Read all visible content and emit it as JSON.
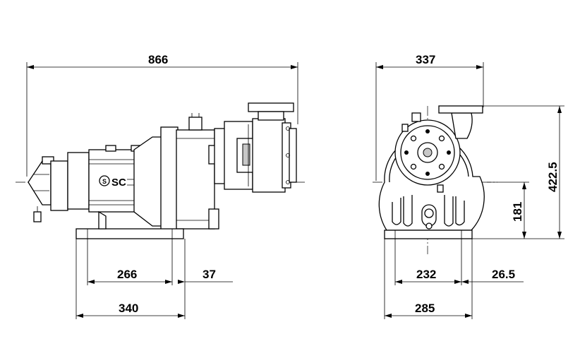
{
  "dimensions": {
    "side_overall_length": "866",
    "front_overall_width": "337",
    "front_overall_height": "422.5",
    "front_shaft_height": "181",
    "side_base_bolt_spacing": "266",
    "side_base_offset": "37",
    "side_base_length": "340",
    "front_base_bolt_spacing": "232",
    "front_base_offset": "26.5",
    "front_base_width": "285"
  },
  "labels": {
    "motor_logo": "SC"
  },
  "icons": {
    "logo": "sc-logo-icon"
  }
}
